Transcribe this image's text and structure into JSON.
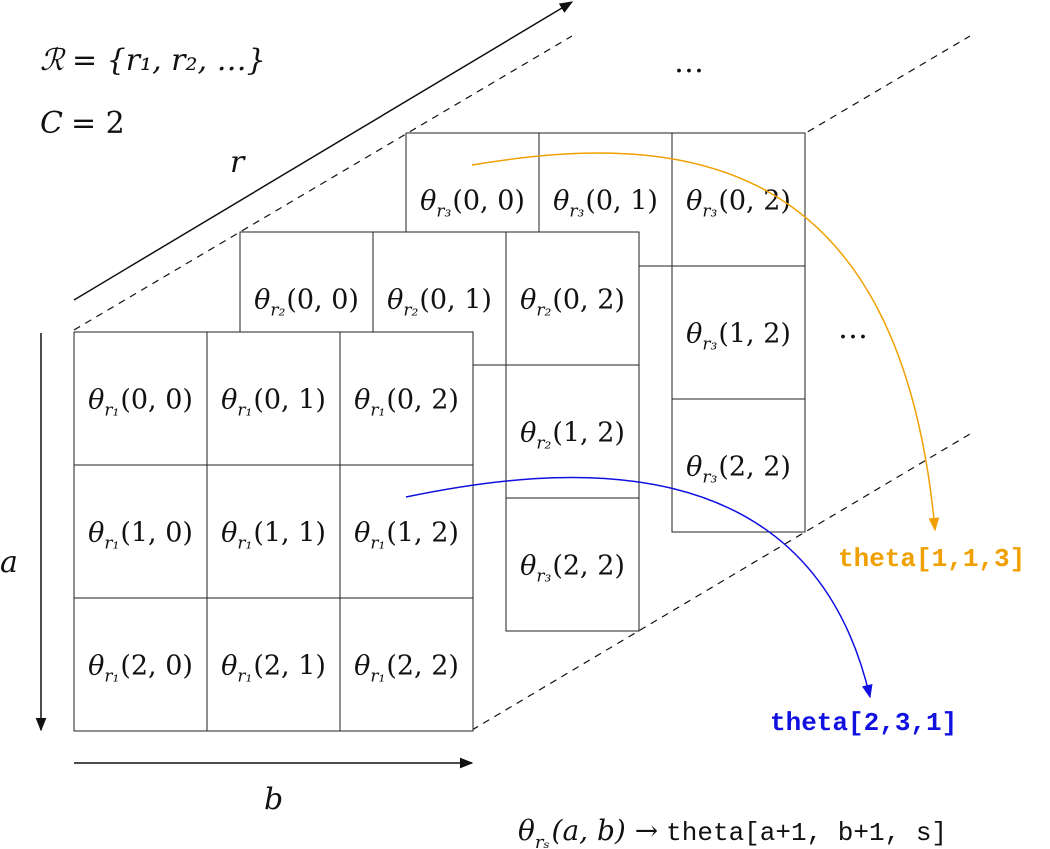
{
  "header": {
    "set_lhs": "ℛ",
    "set_rhs": "= {r₁, r₂, …}",
    "c_lhs": "C",
    "c_rhs": "= 2"
  },
  "axes": {
    "r_label": "r",
    "a_label": "a",
    "b_label": "b"
  },
  "ellipses": {
    "top": "…",
    "right": "…"
  },
  "layers": [
    {
      "id": "r3",
      "cells": [
        {
          "row": 0,
          "col": 0,
          "sym": "θ",
          "sub": "r₃",
          "arg": "(0, 0)",
          "color": "#f0a000"
        },
        {
          "row": 0,
          "col": 1,
          "sym": "θ",
          "sub": "r₃",
          "arg": "(0, 1)",
          "color": "#111111"
        },
        {
          "row": 0,
          "col": 2,
          "sym": "θ",
          "sub": "r₃",
          "arg": "(0, 2)",
          "color": "#111111"
        },
        {
          "row": 1,
          "col": 2,
          "sym": "θ",
          "sub": "r₃",
          "arg": "(1, 2)",
          "color": "#111111"
        },
        {
          "row": 2,
          "col": 2,
          "sym": "θ",
          "sub": "r₃",
          "arg": "(2, 2)",
          "color": "#111111"
        }
      ]
    },
    {
      "id": "r2",
      "cells": [
        {
          "row": 0,
          "col": 0,
          "sym": "θ",
          "sub": "r₂",
          "arg": "(0, 0)",
          "color": "#111111"
        },
        {
          "row": 0,
          "col": 1,
          "sym": "θ",
          "sub": "r₂",
          "arg": "(0, 1)",
          "color": "#111111"
        },
        {
          "row": 0,
          "col": 2,
          "sym": "θ",
          "sub": "r₂",
          "arg": "(0, 2)",
          "color": "#111111"
        },
        {
          "row": 1,
          "col": 2,
          "sym": "θ",
          "sub": "r₂",
          "arg": "(1, 2)",
          "color": "#111111"
        },
        {
          "row": 2,
          "col": 2,
          "sym": "θ",
          "sub": "r₃",
          "arg": "(2, 2)",
          "color": "#111111"
        }
      ]
    },
    {
      "id": "r1",
      "cells": [
        {
          "row": 0,
          "col": 0,
          "sym": "θ",
          "sub": "r₁",
          "arg": "(0, 0)",
          "color": "#111111"
        },
        {
          "row": 0,
          "col": 1,
          "sym": "θ",
          "sub": "r₁",
          "arg": "(0, 1)",
          "color": "#111111"
        },
        {
          "row": 0,
          "col": 2,
          "sym": "θ",
          "sub": "r₁",
          "arg": "(0, 2)",
          "color": "#111111"
        },
        {
          "row": 1,
          "col": 0,
          "sym": "θ",
          "sub": "r₁",
          "arg": "(1, 0)",
          "color": "#111111"
        },
        {
          "row": 1,
          "col": 1,
          "sym": "θ",
          "sub": "r₁",
          "arg": "(1, 1)",
          "color": "#111111"
        },
        {
          "row": 1,
          "col": 2,
          "sym": "θ",
          "sub": "r₁",
          "arg": "(1, 2)",
          "color": "#1010e0"
        },
        {
          "row": 2,
          "col": 0,
          "sym": "θ",
          "sub": "r₁",
          "arg": "(2, 0)",
          "color": "#111111"
        },
        {
          "row": 2,
          "col": 1,
          "sym": "θ",
          "sub": "r₁",
          "arg": "(2, 1)",
          "color": "#111111"
        },
        {
          "row": 2,
          "col": 2,
          "sym": "θ",
          "sub": "r₁",
          "arg": "(2, 2)",
          "color": "#111111"
        }
      ]
    }
  ],
  "mappings": {
    "orange_label": "theta[1,1,3]",
    "orange_color": "#f0a000",
    "blue_label": "theta[2,3,1]",
    "blue_color": "#1010e0"
  },
  "formula": {
    "lhs_sym": "θ",
    "lhs_sub": "rₛ",
    "lhs_arg": "(a, b) →",
    "rhs": "theta[a+1, b+1, s]"
  }
}
